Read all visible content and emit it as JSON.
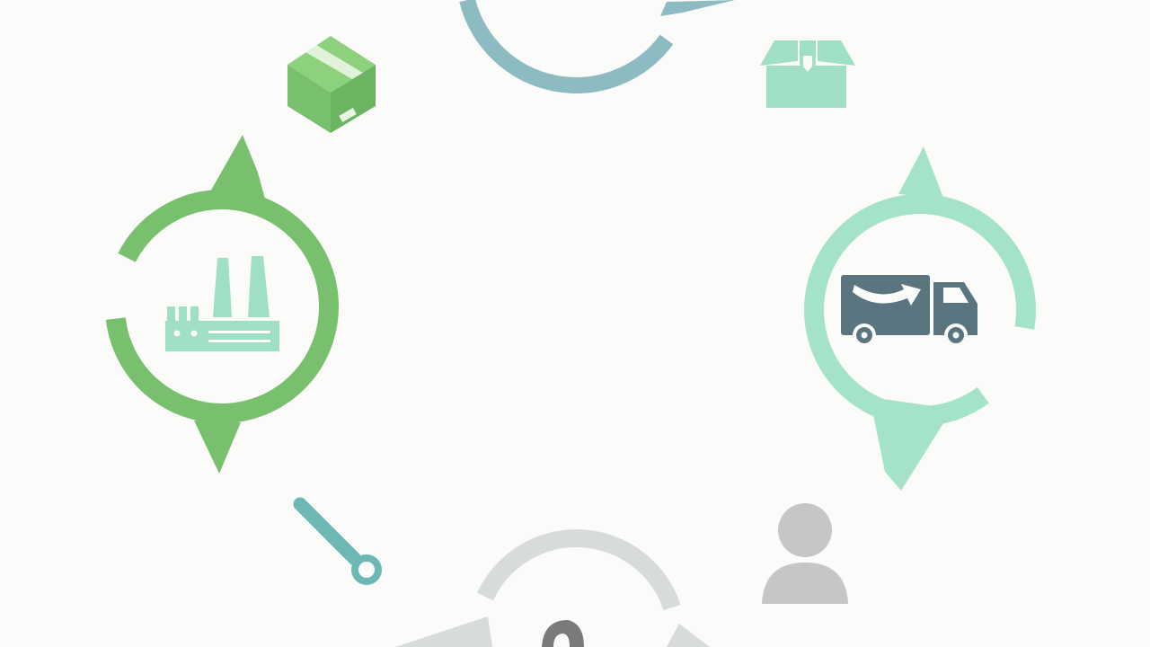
{
  "diagram": {
    "kind": "product-lifecycle-cycle",
    "colors": {
      "background": "#fbfbf9",
      "green": "#78c06e",
      "mint": "#9fdfc6",
      "teal_blue": "#8cbcc2",
      "gray_light": "#d8dcd8",
      "gray_dark": "#7a7a7a",
      "slate": "#5a7580",
      "wrench_teal": "#6cb9b4",
      "person_gray": "#c6c6c6"
    },
    "nodes": [
      {
        "id": "manufacturing",
        "icon": "factory-icon",
        "color": "green"
      },
      {
        "id": "transport",
        "icon": "delivery-truck-icon",
        "color": "mint"
      },
      {
        "id": "top",
        "icon": "partial-node",
        "color": "teal_blue"
      },
      {
        "id": "service",
        "icon": "wrench-icon",
        "color": "gray_light"
      }
    ],
    "connectors": [
      {
        "id": "packaging",
        "icon": "package-box-icon",
        "color": "green"
      },
      {
        "id": "unboxing",
        "icon": "open-box-icon",
        "color": "mint"
      },
      {
        "id": "maintenance",
        "icon": "wrench-icon",
        "color": "wrench_teal"
      },
      {
        "id": "customer",
        "icon": "person-icon",
        "color": "person_gray"
      }
    ]
  }
}
